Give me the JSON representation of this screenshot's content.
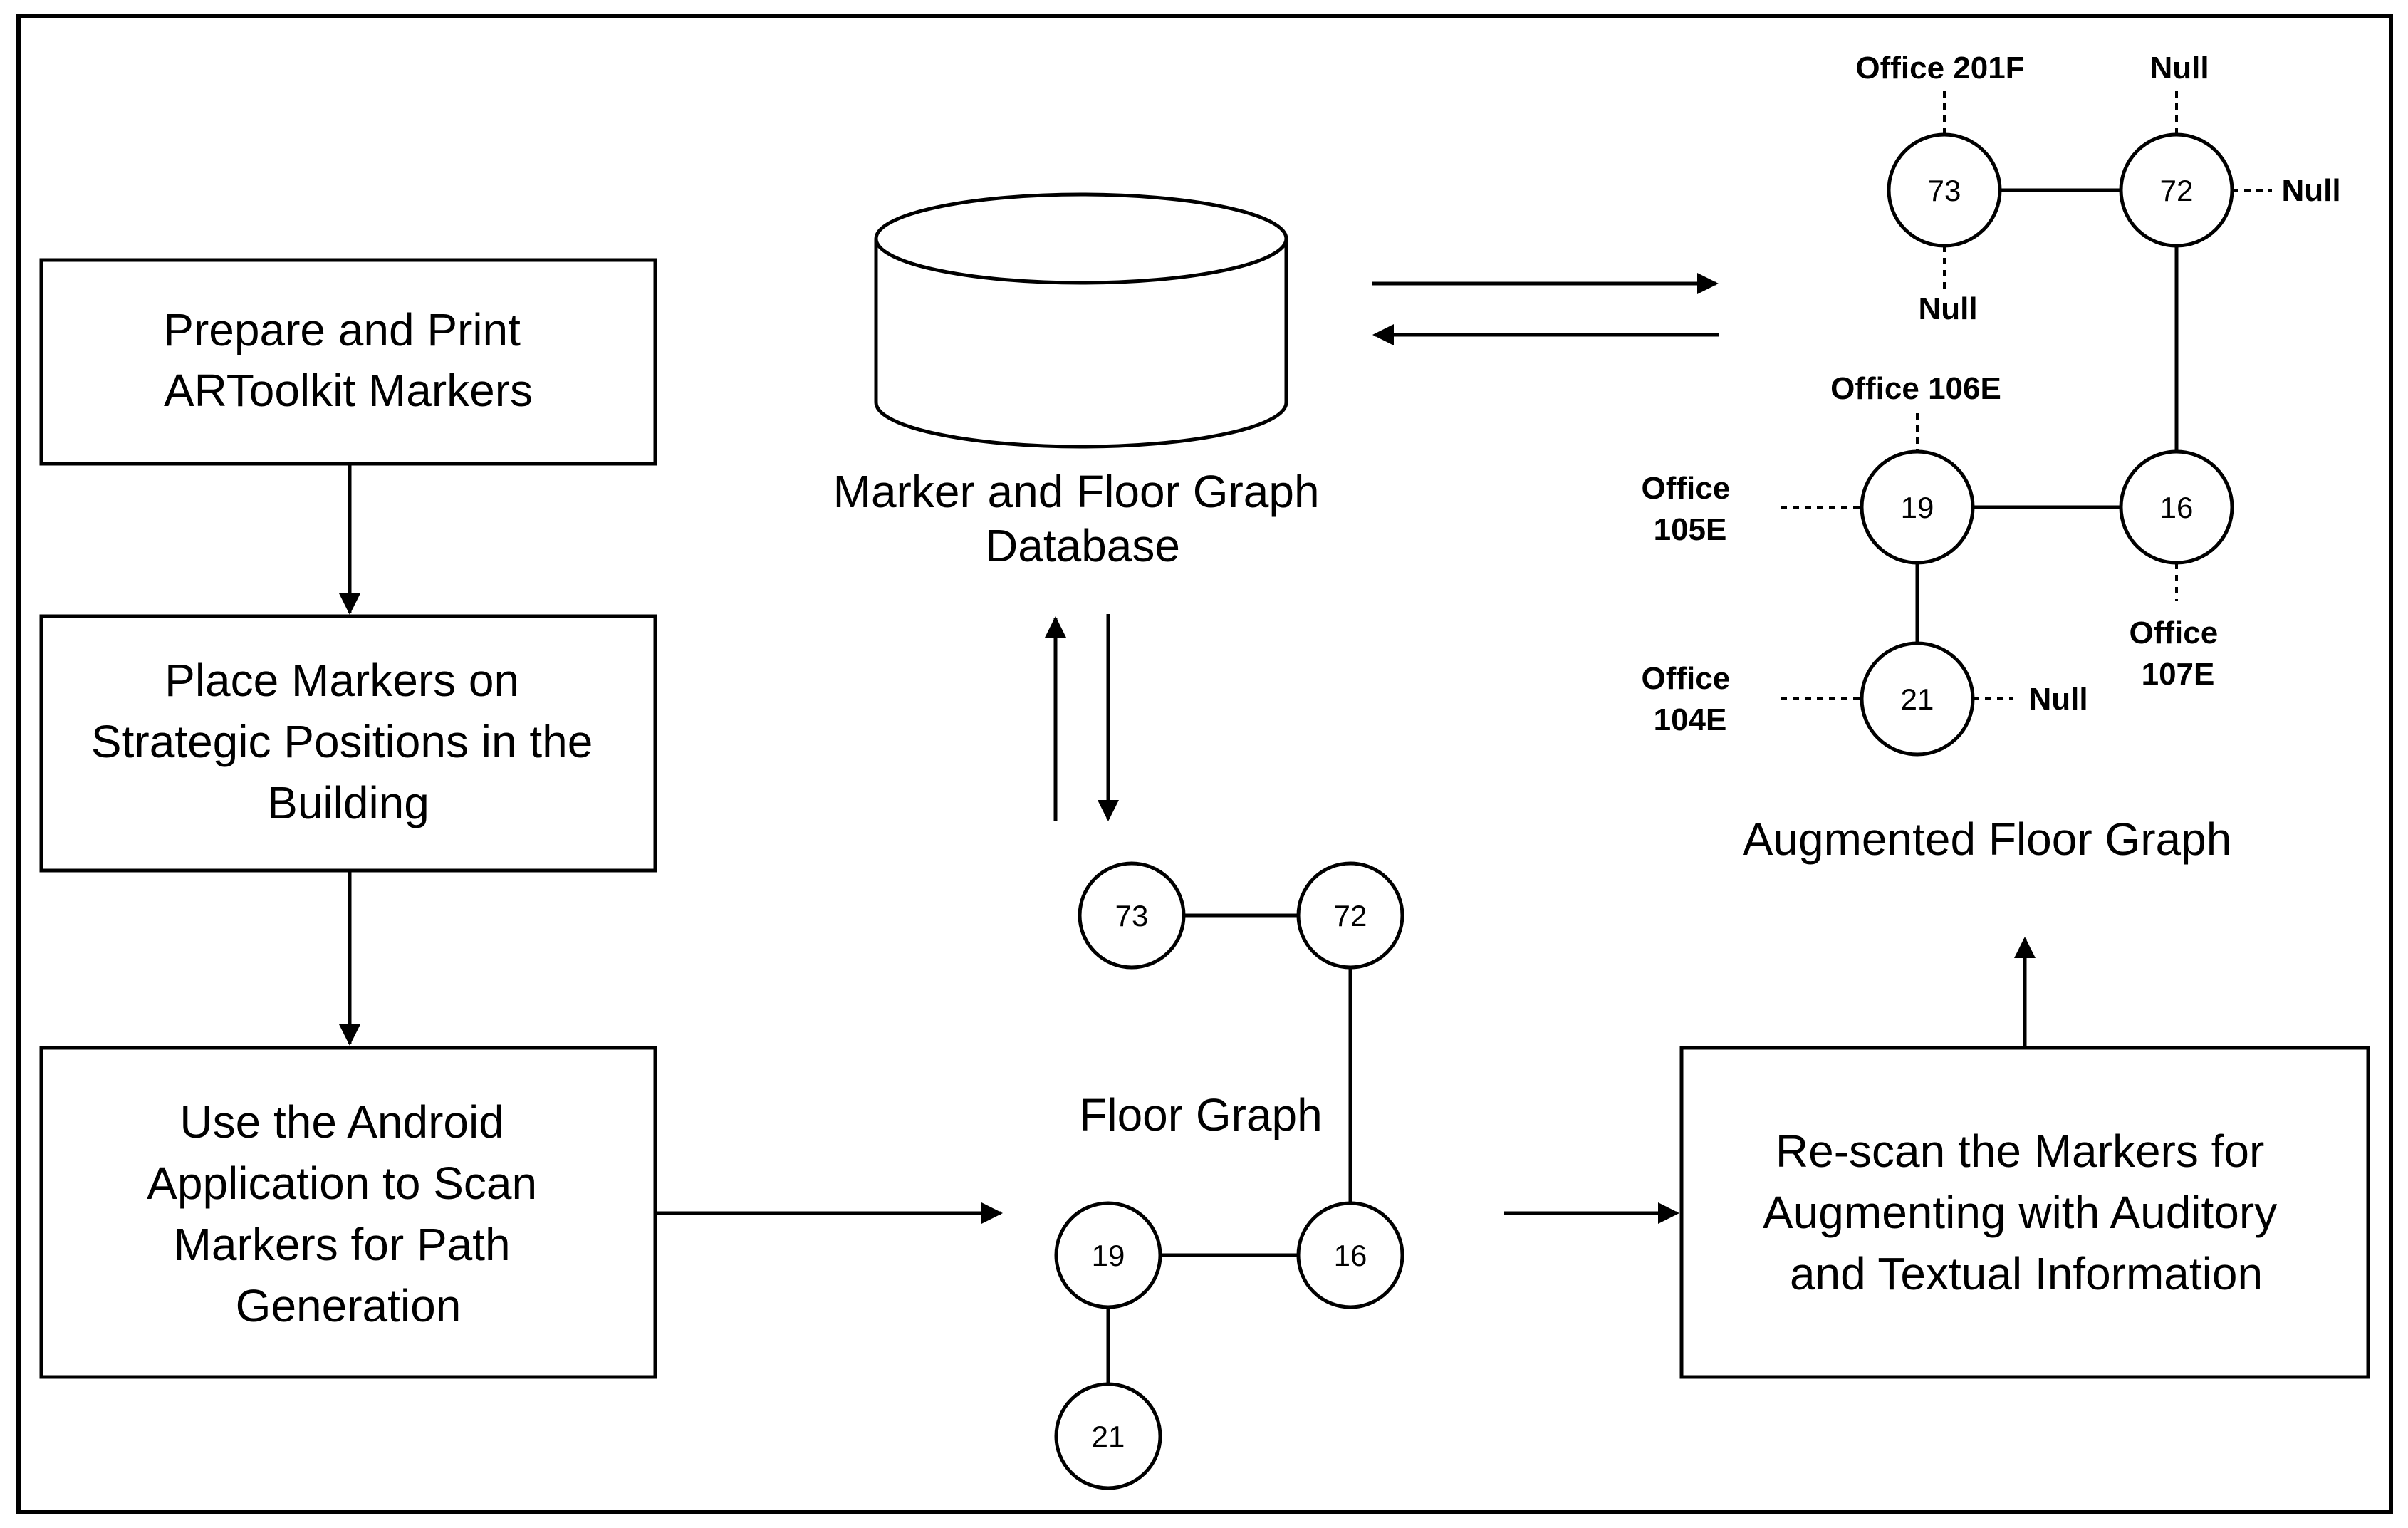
{
  "steps": {
    "prepare": [
      "Prepare and Print",
      "ARToolkit Markers"
    ],
    "place": [
      "Place Markers on",
      "Strategic Positions in the",
      "Building"
    ],
    "scan": [
      "Use the Android",
      "Application to Scan",
      "Markers for Path",
      "Generation"
    ],
    "rescan": [
      "Re-scan the Markers for",
      "Augmenting with Auditory",
      "and Textual Information"
    ]
  },
  "database": {
    "caption": [
      "Marker and Floor Graph",
      "Database"
    ]
  },
  "floor_graph": {
    "caption": "Floor Graph",
    "nodes": [
      "73",
      "72",
      "19",
      "16",
      "21"
    ]
  },
  "augmented_graph": {
    "caption": "Augmented Floor Graph",
    "nodes": [
      "73",
      "72",
      "19",
      "16",
      "21"
    ],
    "labels": {
      "office_201f": "Office 201F",
      "null_72_top": "Null",
      "null_72_right": "Null",
      "null_73_bottom": "Null",
      "office_106e": "Office 106E",
      "office_105e": [
        "Office",
        "105E"
      ],
      "office_107e": [
        "Office",
        "107E"
      ],
      "office_104e": [
        "Office",
        "104E"
      ],
      "null_21_right": "Null"
    }
  }
}
